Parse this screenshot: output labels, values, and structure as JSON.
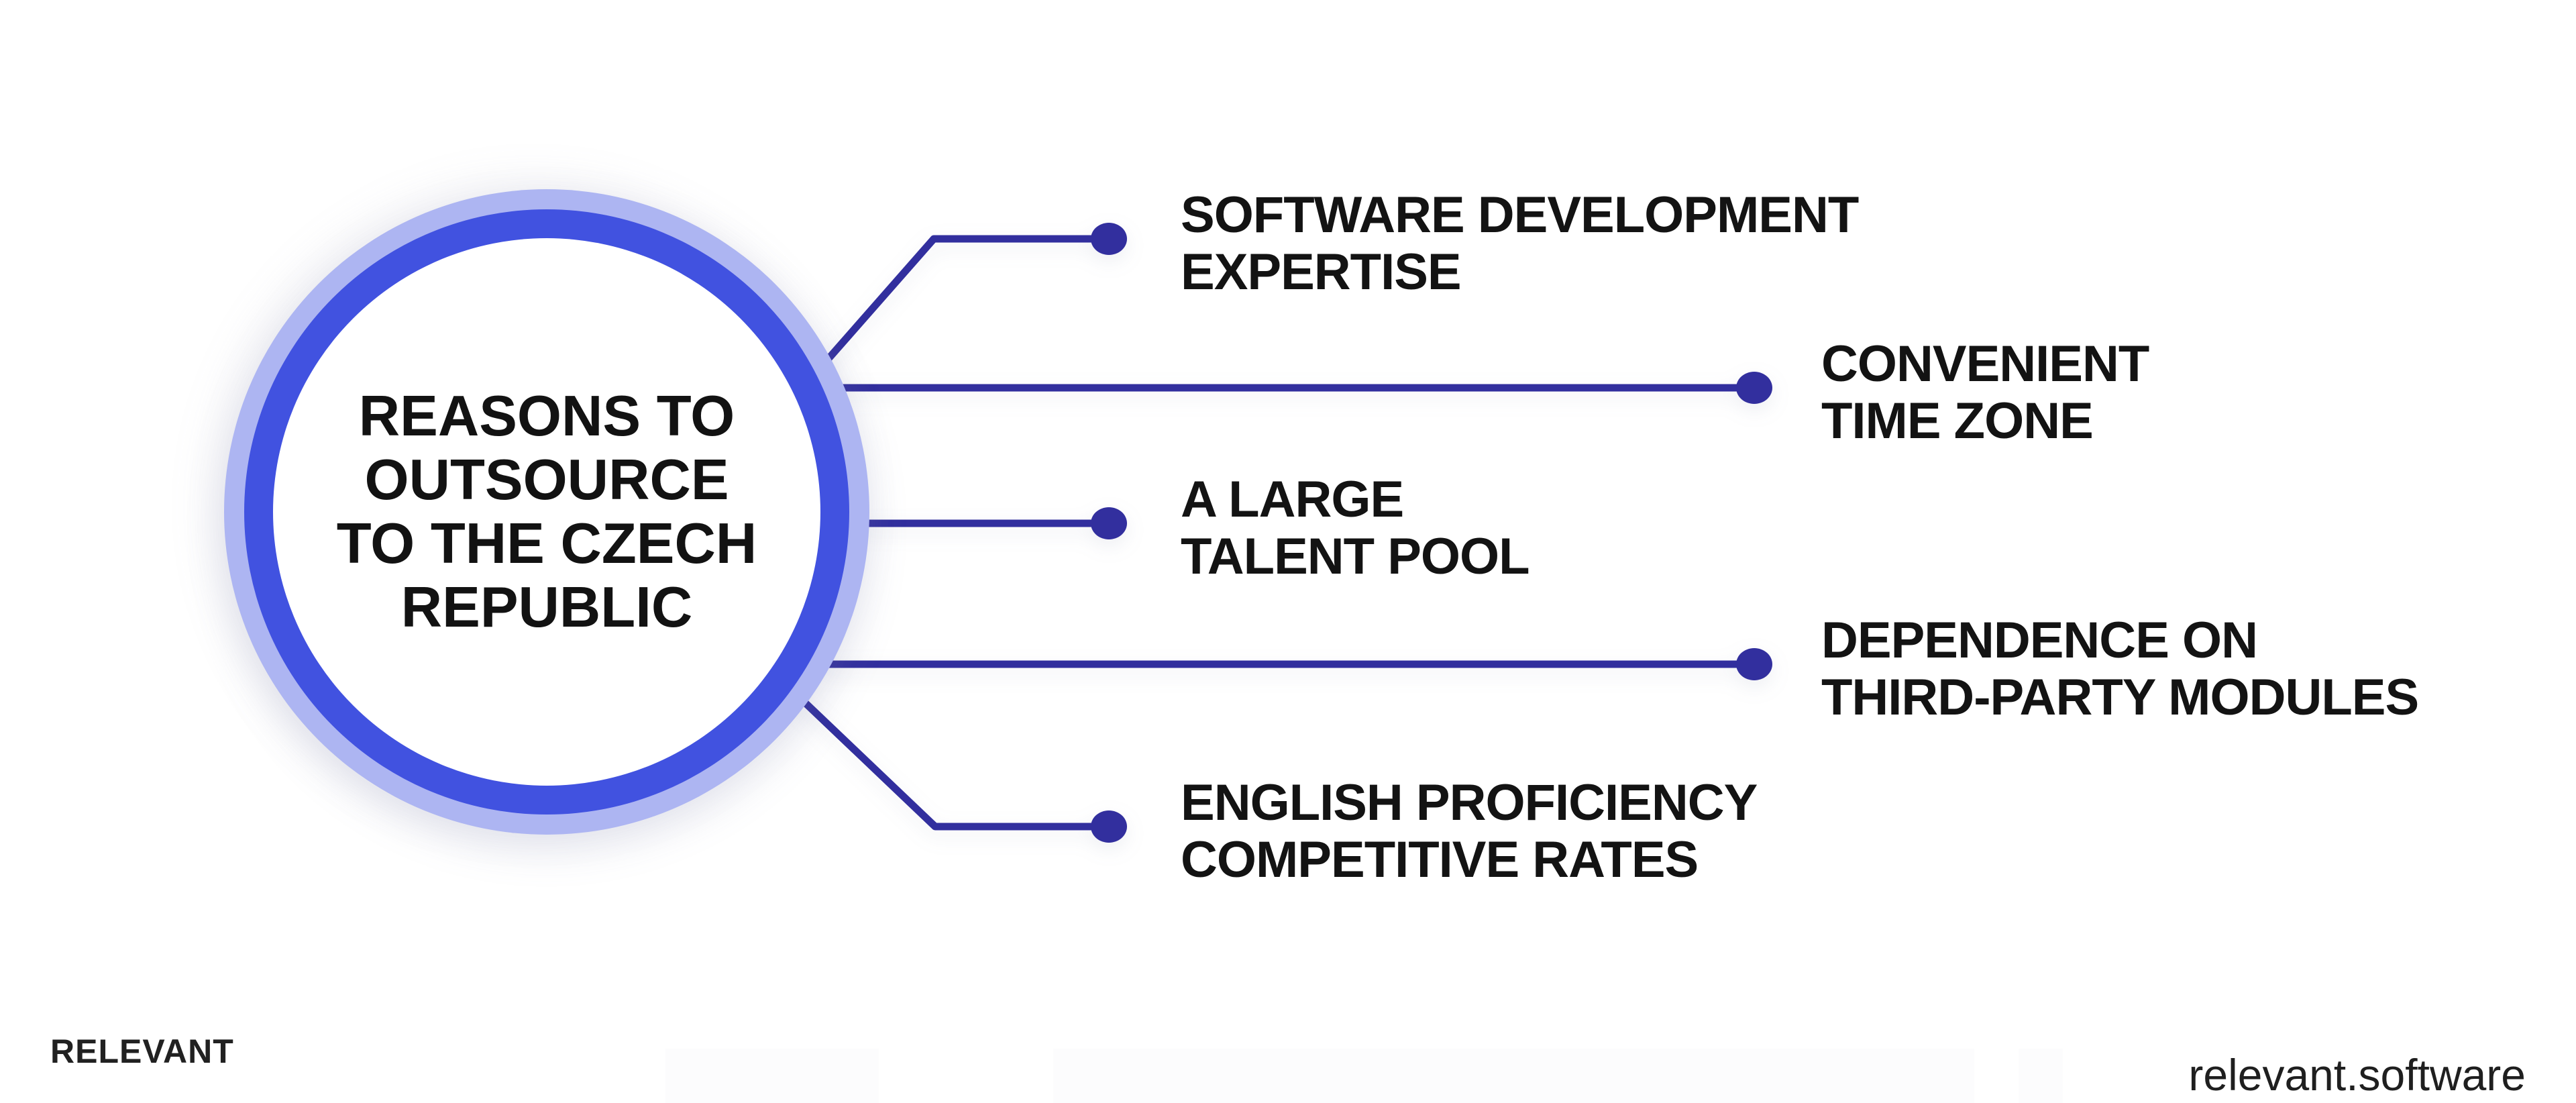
{
  "title_circle": {
    "lines": [
      "REASONS TO",
      "OUTSOURCE",
      "TO THE CZECH",
      "REPUBLIC"
    ]
  },
  "branches": [
    {
      "label_lines": [
        "SOFTWARE DEVELOPMENT",
        "EXPERTISE"
      ]
    },
    {
      "label_lines": [
        "CONVENIENT",
        "TIME ZONE"
      ]
    },
    {
      "label_lines": [
        "A LARGE",
        "TALENT POOL"
      ]
    },
    {
      "label_lines": [
        "DEPENDENCE ON",
        "THIRD-PARTY MODULES"
      ]
    },
    {
      "label_lines": [
        "ENGLISH PROFICIENCY",
        "COMPETITIVE RATES"
      ]
    }
  ],
  "footer": {
    "brand_logo": "RELEVANT",
    "website": "relevant.software"
  },
  "colors": {
    "connector": "#322f9e",
    "ring_inner": "#4152e0",
    "ring_outer": "#adb5f2",
    "heading_text": "#121212",
    "label_text": "#131313",
    "footer_brand": "#212121",
    "footer_site": "#1f1f1f",
    "background": "#ffffff"
  }
}
